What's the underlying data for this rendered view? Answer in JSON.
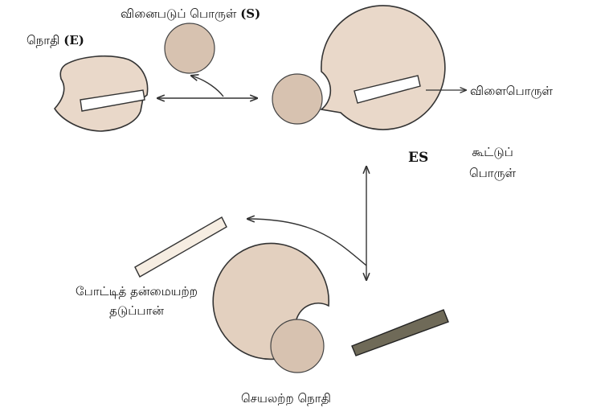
{
  "labels": {
    "substrate": "வினைபடுப் பொருள்",
    "substrate_symbol": "(S)",
    "enzyme": "நொதி",
    "enzyme_symbol": "(E)",
    "product": "விளைபொருள்",
    "es_symbol": "ES",
    "es_complex_line1": "கூட்டுப்",
    "es_complex_line2": "பொருள்",
    "inhibitor_line1": "போட்டித் தன்மையற்ற",
    "inhibitor_line2": "தடுப்பான்",
    "inactive_enzyme": "செயலற்ற நொதி"
  },
  "colors": {
    "enzyme_fill": "#e9d8c9",
    "substrate_fill": "#d7c2b0",
    "inhibitor_fill": "#6f6a58",
    "outline": "#222222",
    "arrow": "#333333"
  }
}
